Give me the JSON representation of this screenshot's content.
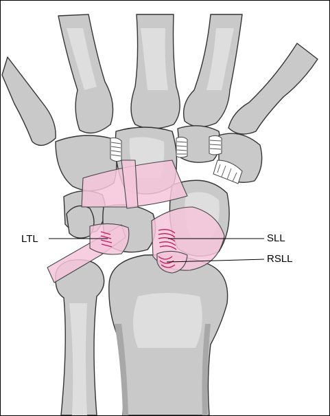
{
  "labels": {
    "ltl": "LTL",
    "sll": "SLL",
    "rsll": "RSLL"
  },
  "colors": {
    "bone": "#c9c9c9",
    "ligament": "#f5c6db",
    "ligament_fibers": "#c2185b",
    "outline": "#333333"
  }
}
